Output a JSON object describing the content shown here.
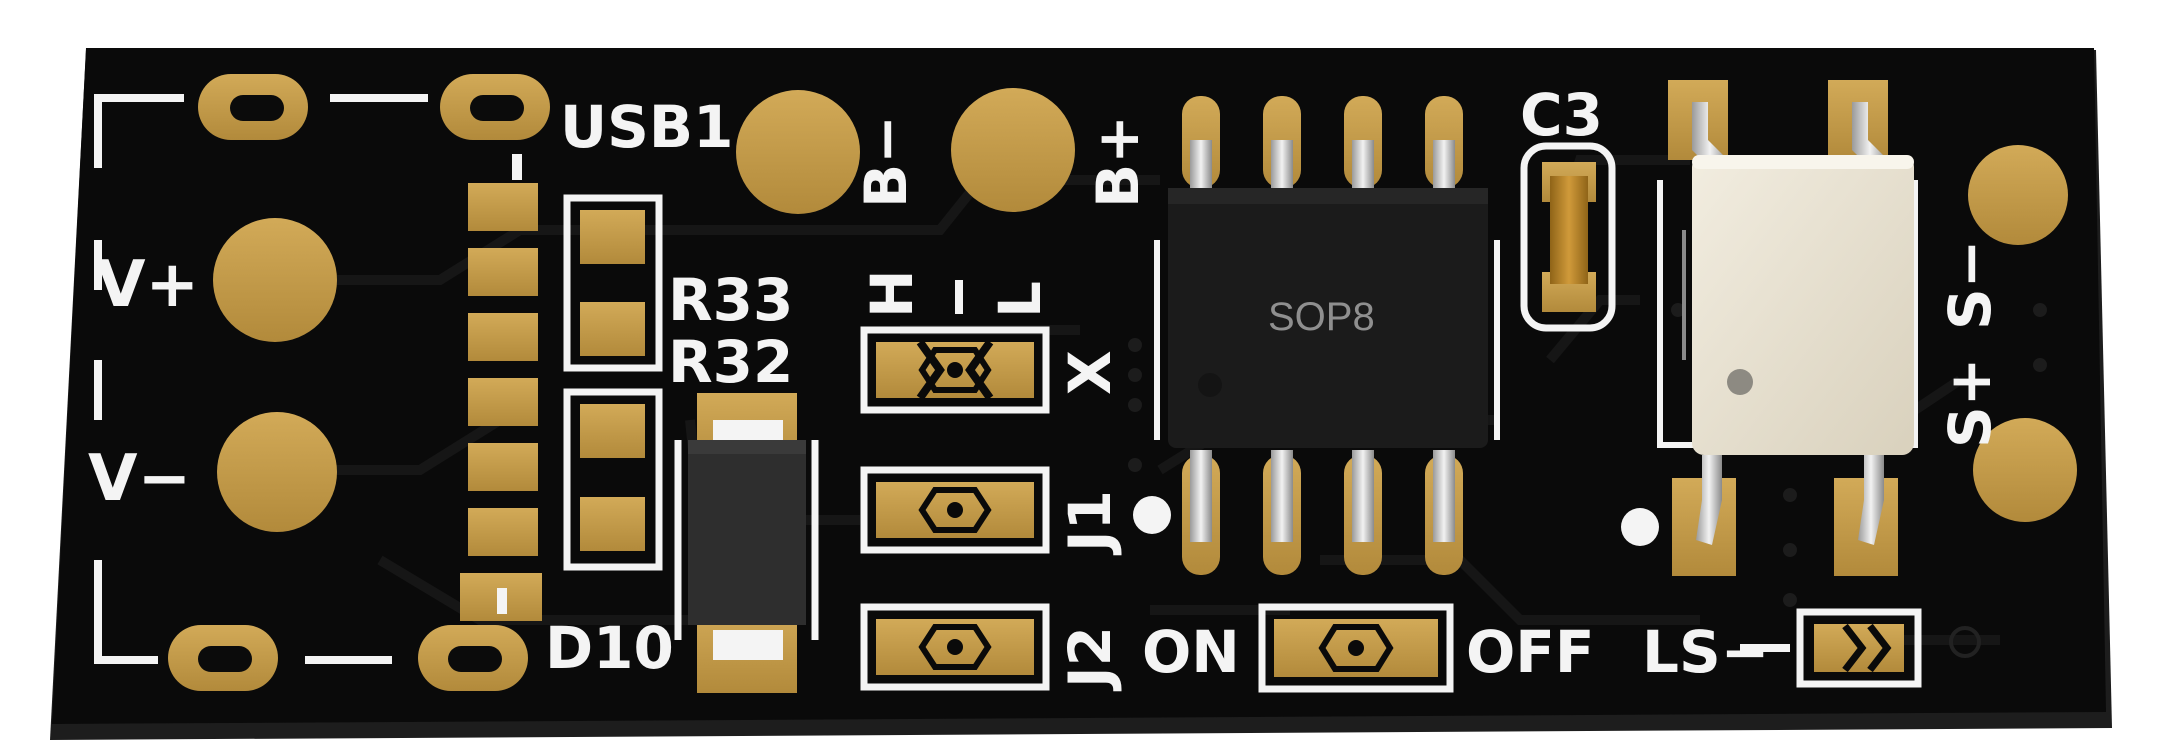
{
  "board": {
    "colors": {
      "solder_mask": "#0a0a0a",
      "board_edge": "#1d1d1d",
      "copper_pad": "#c39a4a",
      "copper_pad_dark": "#a67f33",
      "silkscreen": "#f4f4f4",
      "ic_body": "#1b1b1b",
      "optocoupler_body": "#e8e2d2",
      "diode_body": "#2e2e2e",
      "capacitor_body": "#b8862b",
      "lead_metal": "#c8c8c8"
    }
  },
  "labels": {
    "usb1": "USB1",
    "v_plus": "V+",
    "v_minus": "V−",
    "r33": "R33",
    "r32": "R32",
    "d10": "D10",
    "b_minus": "B−",
    "b_plus": "B+",
    "h": "H",
    "l": "L",
    "x": "X",
    "j1": "J1",
    "j2": "J2",
    "on": "ON",
    "off": "OFF",
    "c3": "C3",
    "sop8": "SOP8",
    "s_minus": "S−",
    "s_plus": "S+",
    "ls_minus": "LS−"
  }
}
